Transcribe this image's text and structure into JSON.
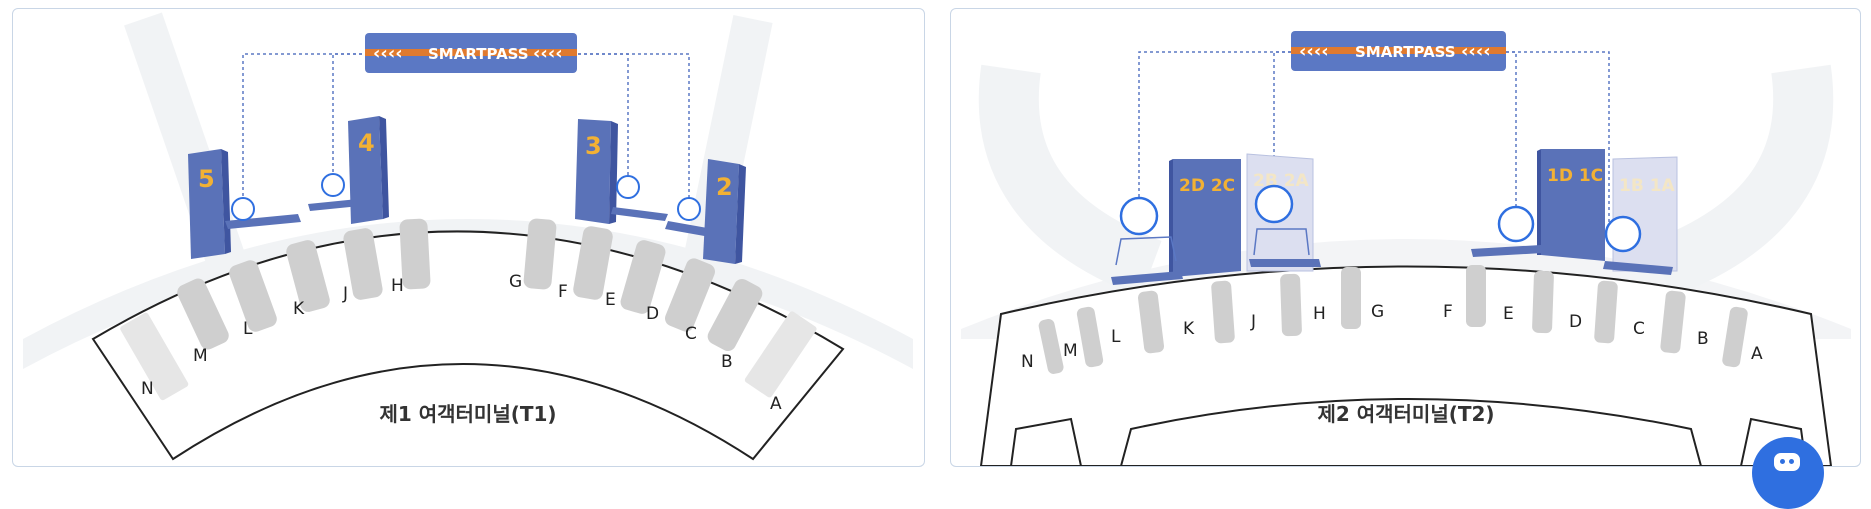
{
  "banner": {
    "label": "SMARTPASS",
    "chevrons_left": "‹‹‹‹",
    "chevrons_right": "‹‹‹‹"
  },
  "t1": {
    "title": "제1 여객터미널(T1)",
    "gate_numbers": [
      "5",
      "4",
      "3",
      "2"
    ],
    "counters": [
      "N",
      "M",
      "L",
      "K",
      "J",
      "H",
      "G",
      "F",
      "E",
      "D",
      "C",
      "B",
      "A"
    ]
  },
  "t2": {
    "title": "제2 여객터미널(T2)",
    "gate_labels": [
      "2D 2C",
      "2B 2A",
      "1D 1C",
      "1B 1A"
    ],
    "counters": [
      "N",
      "M",
      "L",
      "K",
      "J",
      "H",
      "G",
      "F",
      "E",
      "D",
      "C",
      "B",
      "A"
    ]
  },
  "colors": {
    "gate": "#5a72b8",
    "gate_side": "#3f55a0",
    "banner": "#5b78c4",
    "banner_stripe": "#e07a2f",
    "counter": "#c8c8c8",
    "number": "#f2b134",
    "chatbot": "#2f6fe0"
  },
  "icons": [
    "footprints-icon",
    "chatbot-icon"
  ]
}
